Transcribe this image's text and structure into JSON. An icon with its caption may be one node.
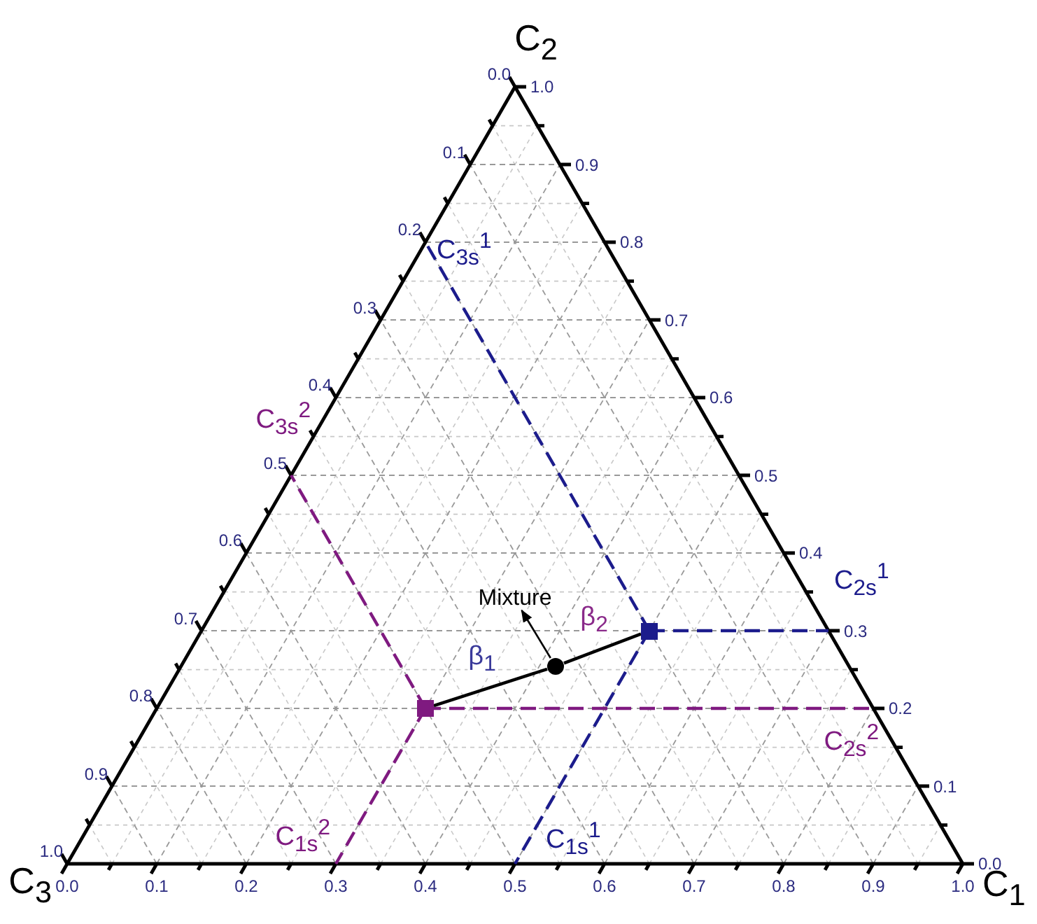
{
  "diagram": {
    "nodes": [
      {
        "text": [
          "Mixture"
        ]
      },
      {
        "text": [],
        "shape": "box"
      },
      {
        "text": [],
        "shape": "circle"
      },
      {
        "text": [],
        "shape": "box"
      }
    ],
    "edges": [
      {
        "from": 3,
        "to": 2,
        "arrow": "none",
        "label": "β$_{1}$"
      },
      {
        "from": 2,
        "to": 1,
        "arrow": "none",
        "label": "β$_{2}$"
      },
      {
        "from": 2,
        "to": 0,
        "arrow": "to"
      }
    ],
    "labels": [
      "C$_{2}$",
      "0.0",
      "0.1",
      "0.2",
      "0.3",
      "0.4",
      "0.5",
      "0.6",
      "0.7",
      "0.8",
      "0.9",
      "1.0",
      "1.0",
      "0.9",
      "0.8",
      "0.7",
      "0.6",
      "0.5",
      "0.4",
      "0.3",
      "0.2",
      "0.1",
      "0.0",
      "C$_{3}$",
      "0.0",
      "0.1",
      "0.2",
      "0.3",
      "0.4",
      "0.5",
      "0.6",
      "0.7",
      "0.8",
      "0.9",
      "1.0",
      "C$_{1}$",
      "C$_{3s}$$^{1}$",
      "C$_{3s}$$^{2}$",
      "C$_{2s}$$^{1}$",
      "C$_{2s}$$^{2}$",
      "C$_{1s}$$^{2}$",
      "C$_{1s}$$^{1}$"
    ]
  }
}
